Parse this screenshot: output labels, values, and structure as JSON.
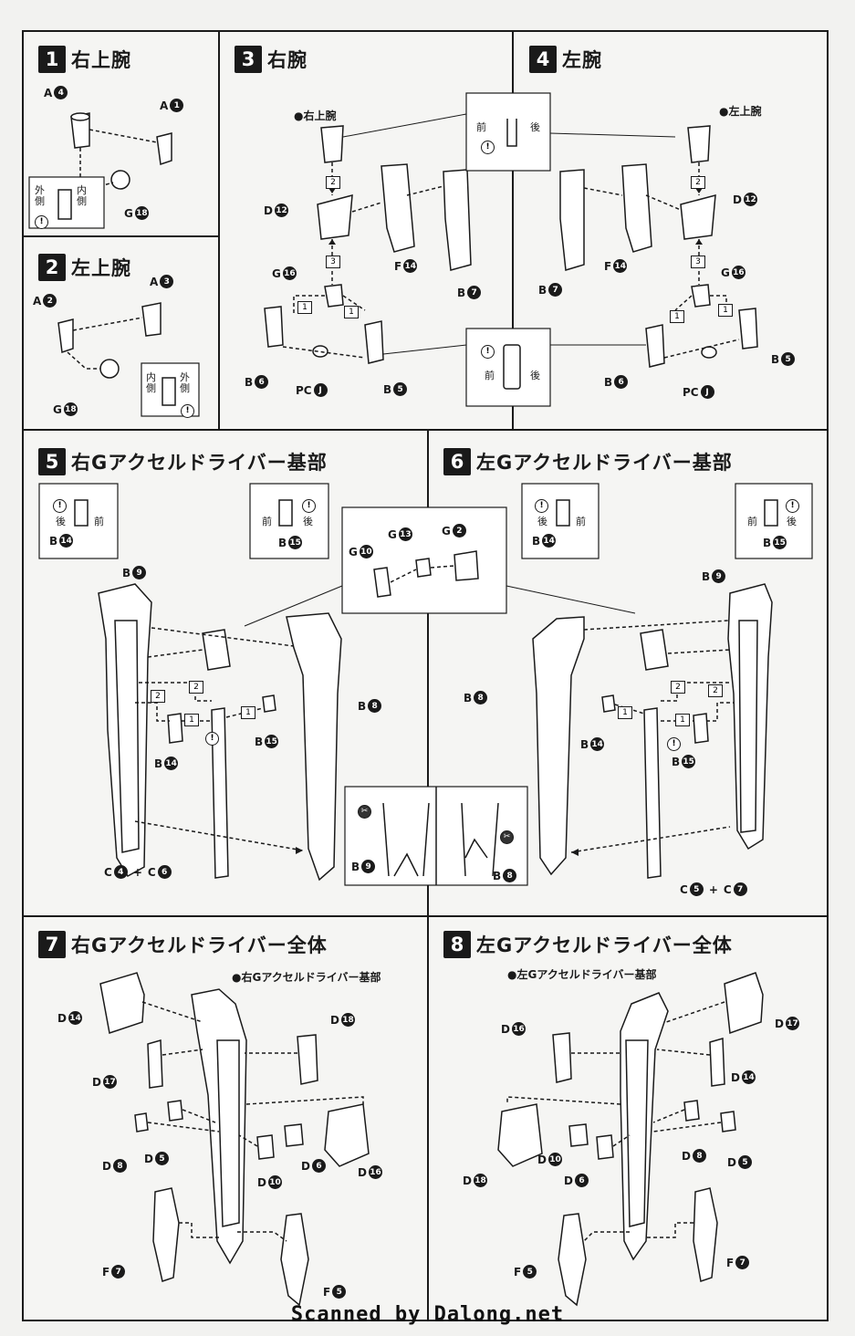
{
  "steps": {
    "s1": {
      "num": "1",
      "title": "右上腕"
    },
    "s2": {
      "num": "2",
      "title": "左上腕"
    },
    "s3": {
      "num": "3",
      "title": "右腕"
    },
    "s4": {
      "num": "4",
      "title": "左腕"
    },
    "s5": {
      "num": "5",
      "title": "右Gアクセルドライバー基部"
    },
    "s6": {
      "num": "6",
      "title": "左Gアクセルドライバー基部"
    },
    "s7": {
      "num": "7",
      "title": "右Gアクセルドライバー全体"
    },
    "s8": {
      "num": "8",
      "title": "左Gアクセルドライバー全体"
    }
  },
  "notes": {
    "outer": "外側",
    "inner": "内側",
    "front": "前",
    "back": "後",
    "right_upper_arm": "●右上腕",
    "left_upper_arm": "●左上腕",
    "right_base": "●右Gアクセルドライバー基部",
    "left_base": "●左Gアクセルドライバー基部"
  },
  "parts": {
    "s1": [
      [
        "A",
        "4"
      ],
      [
        "A",
        "1"
      ],
      [
        "G",
        "18"
      ]
    ],
    "s2": [
      [
        "A",
        "3"
      ],
      [
        "A",
        "2"
      ],
      [
        "G",
        "18"
      ]
    ],
    "s3": [
      [
        "D",
        "12"
      ],
      [
        "F",
        "14"
      ],
      [
        "B",
        "7"
      ],
      [
        "G",
        "16"
      ],
      [
        "B",
        "6"
      ],
      [
        "PC",
        "J"
      ],
      [
        "B",
        "5"
      ]
    ],
    "s4": [
      [
        "D",
        "12"
      ],
      [
        "F",
        "14"
      ],
      [
        "B",
        "7"
      ],
      [
        "G",
        "16"
      ],
      [
        "B",
        "5"
      ],
      [
        "B",
        "6"
      ],
      [
        "PC",
        "J"
      ]
    ],
    "s5": [
      [
        "B",
        "14"
      ],
      [
        "B",
        "15"
      ],
      [
        "G",
        "13"
      ],
      [
        "G",
        "2"
      ],
      [
        "G",
        "10"
      ],
      [
        "B",
        "9"
      ],
      [
        "B",
        "8"
      ],
      [
        "B",
        "15"
      ],
      [
        "B",
        "14"
      ],
      [
        "C",
        "4"
      ],
      [
        "C",
        "6"
      ],
      [
        "B",
        "9"
      ],
      [
        "B",
        "8"
      ]
    ],
    "s6": [
      [
        "B",
        "14"
      ],
      [
        "B",
        "15"
      ],
      [
        "B",
        "9"
      ],
      [
        "B",
        "8"
      ],
      [
        "B",
        "14"
      ],
      [
        "B",
        "15"
      ],
      [
        "C",
        "5"
      ],
      [
        "C",
        "7"
      ]
    ],
    "s7": [
      [
        "D",
        "14"
      ],
      [
        "D",
        "18"
      ],
      [
        "D",
        "17"
      ],
      [
        "D",
        "8"
      ],
      [
        "D",
        "5"
      ],
      [
        "D",
        "10"
      ],
      [
        "D",
        "6"
      ],
      [
        "D",
        "16"
      ],
      [
        "F",
        "7"
      ],
      [
        "F",
        "5"
      ]
    ],
    "s8": [
      [
        "D",
        "16"
      ],
      [
        "D",
        "17"
      ],
      [
        "D",
        "14"
      ],
      [
        "D",
        "18"
      ],
      [
        "D",
        "10"
      ],
      [
        "D",
        "6"
      ],
      [
        "D",
        "8"
      ],
      [
        "D",
        "5"
      ],
      [
        "F",
        "5"
      ],
      [
        "F",
        "7"
      ]
    ]
  },
  "assembly_steps": [
    "1",
    "2",
    "3"
  ],
  "footer": "Scanned by Dalong.net"
}
